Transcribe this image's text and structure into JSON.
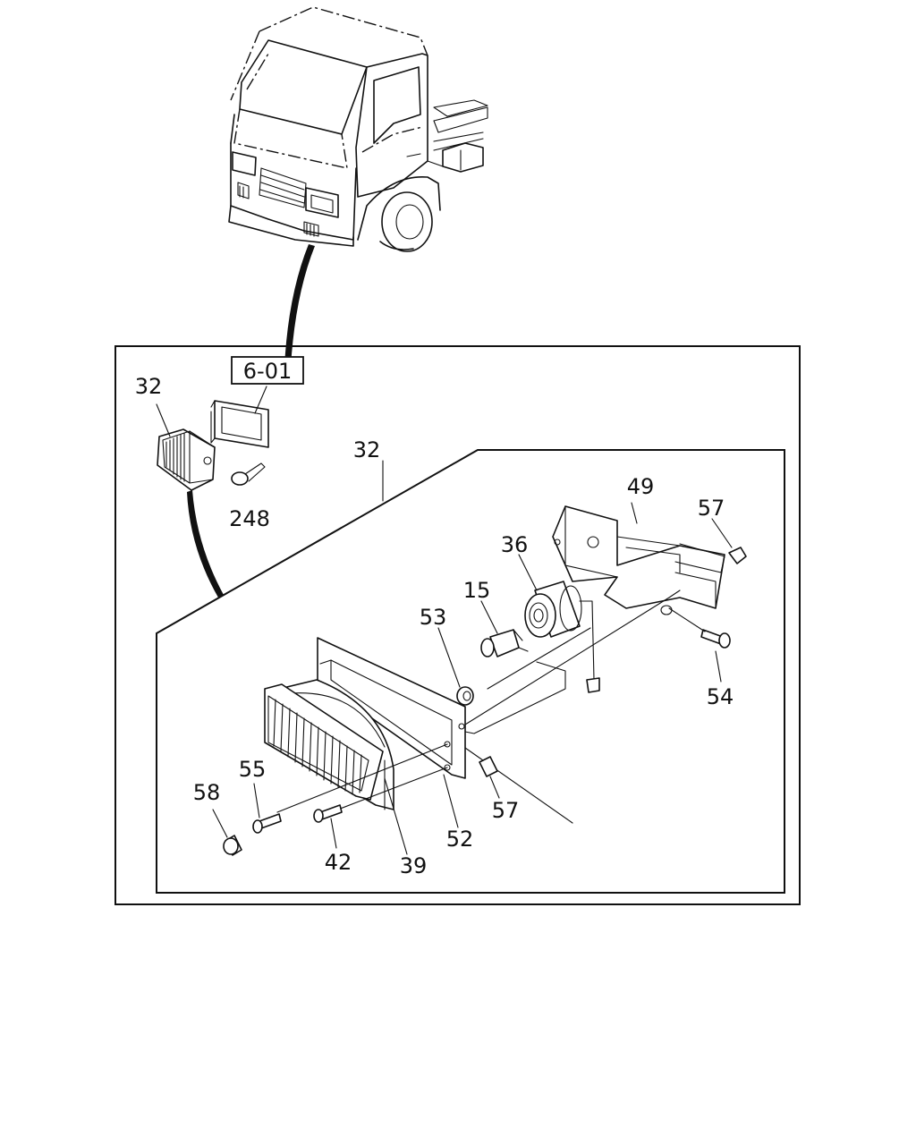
{
  "reference_label": "6-01",
  "callouts": {
    "c32a": "32",
    "c32b": "32",
    "c248": "248",
    "c49": "49",
    "c57a": "57",
    "c36": "36",
    "c15": "15",
    "c53": "53",
    "c54": "54",
    "c55": "55",
    "c58": "58",
    "c42": "42",
    "c39": "39",
    "c52": "52",
    "c57b": "57"
  }
}
